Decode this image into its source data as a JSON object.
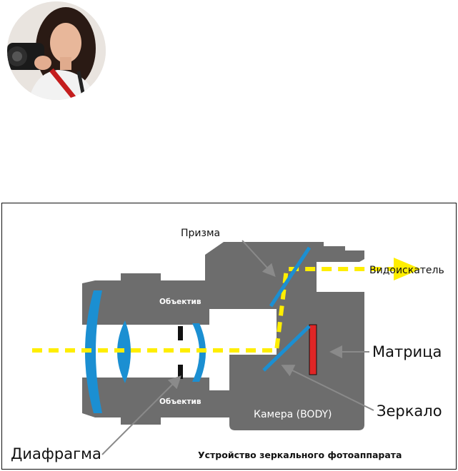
{
  "labels": {
    "prism": "Призма",
    "viewfinder": "Видоискатель",
    "lens_top": "Объектив",
    "lens_bottom": "Объектив",
    "sensor": "Матрица",
    "mirror": "Зеркало",
    "body": "Камера (BODY)",
    "aperture": "Диафрагма",
    "caption": "Устройство зеркального фотоаппарата"
  },
  "colors": {
    "body_fill": "#6d6d6d",
    "lens_glass": "#1b8fd2",
    "light_path": "#ffee00",
    "sensor": "#e02626",
    "arrow": "#8a8a8a"
  }
}
